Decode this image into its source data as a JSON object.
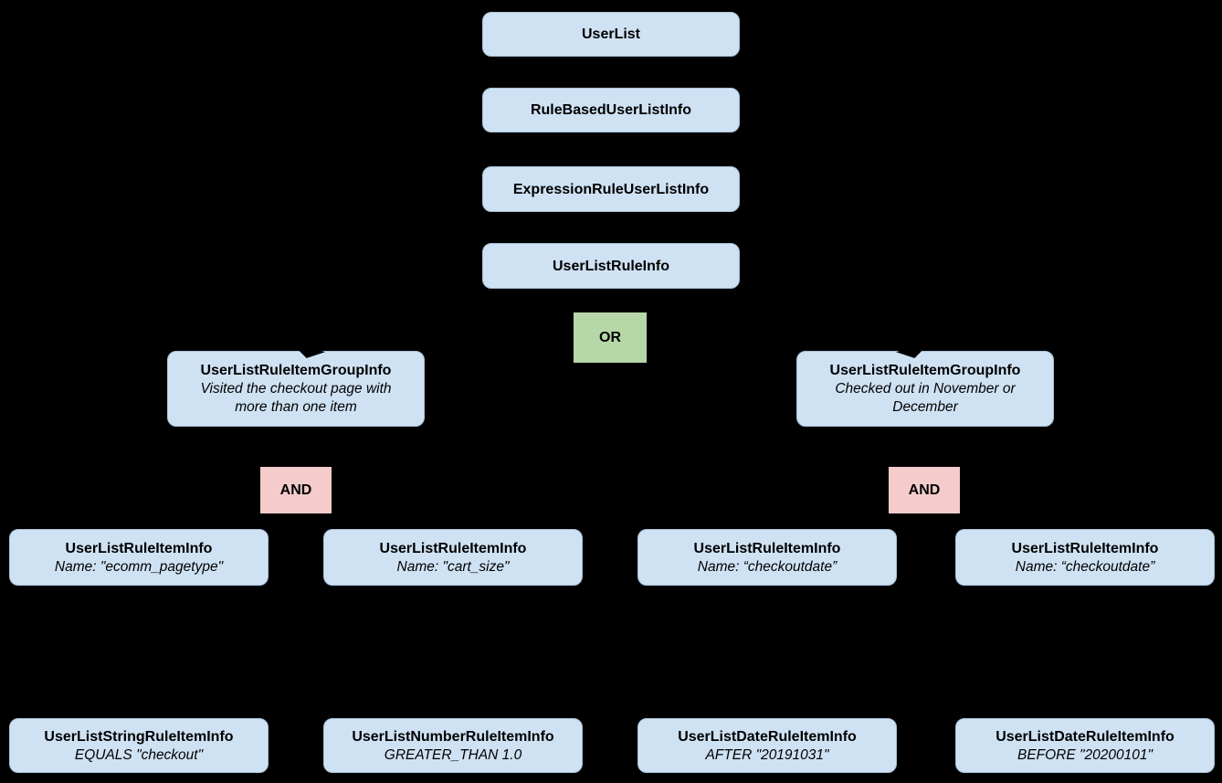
{
  "diagram": {
    "colors": {
      "background": "#000000",
      "node_fill": "#cfe2f3",
      "or_fill": "#b6d7a8",
      "and_fill": "#f4cccc",
      "text": "#000000"
    },
    "chain": [
      {
        "label": "UserList"
      },
      {
        "label": "RuleBasedUserListInfo"
      },
      {
        "label": "ExpressionRuleUserListInfo"
      },
      {
        "label": "UserListRuleInfo"
      }
    ],
    "or_operator": {
      "label": "OR"
    },
    "and_operators": [
      {
        "label": "AND"
      },
      {
        "label": "AND"
      }
    ],
    "groups": [
      {
        "title": "UserListRuleItemGroupInfo",
        "description": "Visited the checkout page with more than one item"
      },
      {
        "title": "UserListRuleItemGroupInfo",
        "description": "Checked out in November or December"
      }
    ],
    "rule_items": [
      {
        "title": "UserListRuleItemInfo",
        "description": "Name: \"ecomm_pagetype\""
      },
      {
        "title": "UserListRuleItemInfo",
        "description": "Name: \"cart_size\""
      },
      {
        "title": "UserListRuleItemInfo",
        "description": "Name: “checkoutdate”"
      },
      {
        "title": "UserListRuleItemInfo",
        "description": "Name: “checkoutdate”"
      }
    ],
    "leaf_items": [
      {
        "title": "UserListStringRuleItemInfo",
        "description": "EQUALS \"checkout\""
      },
      {
        "title": "UserListNumberRuleItemInfo",
        "description": "GREATER_THAN 1.0"
      },
      {
        "title": "UserListDateRuleItemInfo",
        "description": "AFTER \"20191031\""
      },
      {
        "title": "UserListDateRuleItemInfo",
        "description": "BEFORE \"20200101\""
      }
    ]
  }
}
